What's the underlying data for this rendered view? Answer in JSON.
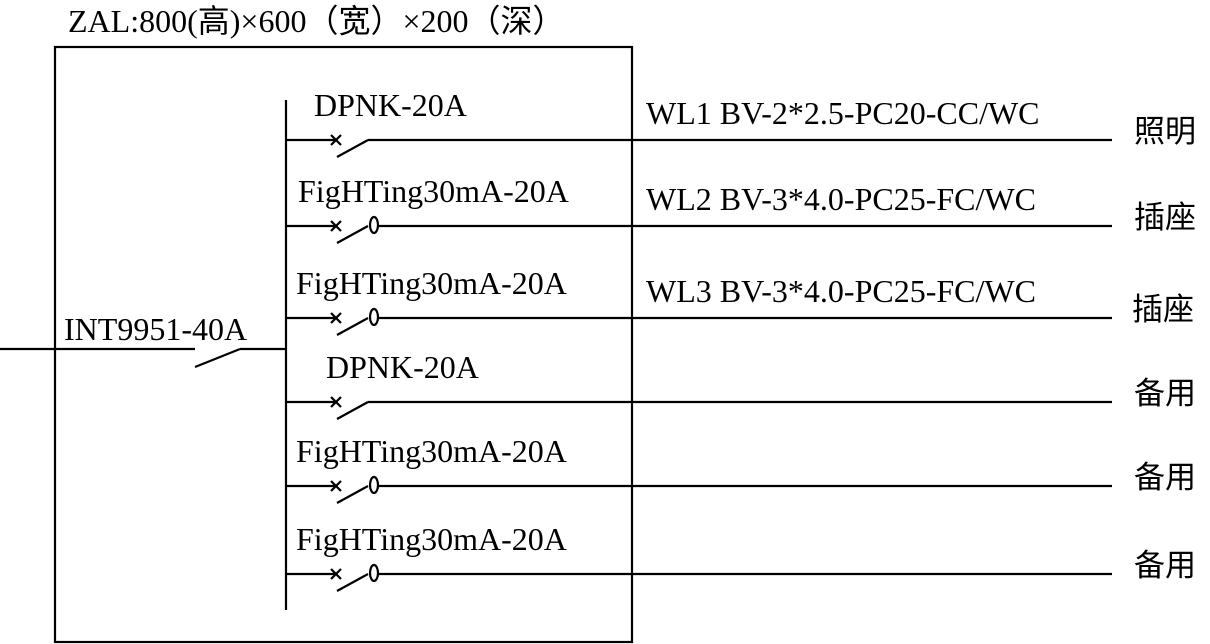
{
  "header": {
    "title": "ZAL:800(高)×600（宽）×200（深）"
  },
  "main_breaker": {
    "label": "INT9951-40A"
  },
  "circuits": [
    {
      "breaker": "DPNK-20A",
      "residual": false,
      "cable": "WL1 BV-2*2.5-PC20-CC/WC",
      "load": "照明"
    },
    {
      "breaker": "FigHTing30mA-20A",
      "residual": true,
      "cable": "WL2 BV-3*4.0-PC25-FC/WC",
      "load": "插座"
    },
    {
      "breaker": "FigHTing30mA-20A",
      "residual": true,
      "cable": "WL3 BV-3*4.0-PC25-FC/WC",
      "load": "插座"
    },
    {
      "breaker": "DPNK-20A",
      "residual": false,
      "cable": "",
      "load": "备用"
    },
    {
      "breaker": "FigHTing30mA-20A",
      "residual": true,
      "cable": "",
      "load": "备用"
    },
    {
      "breaker": "FigHTing30mA-20A",
      "residual": true,
      "cable": "",
      "load": "备用"
    }
  ]
}
